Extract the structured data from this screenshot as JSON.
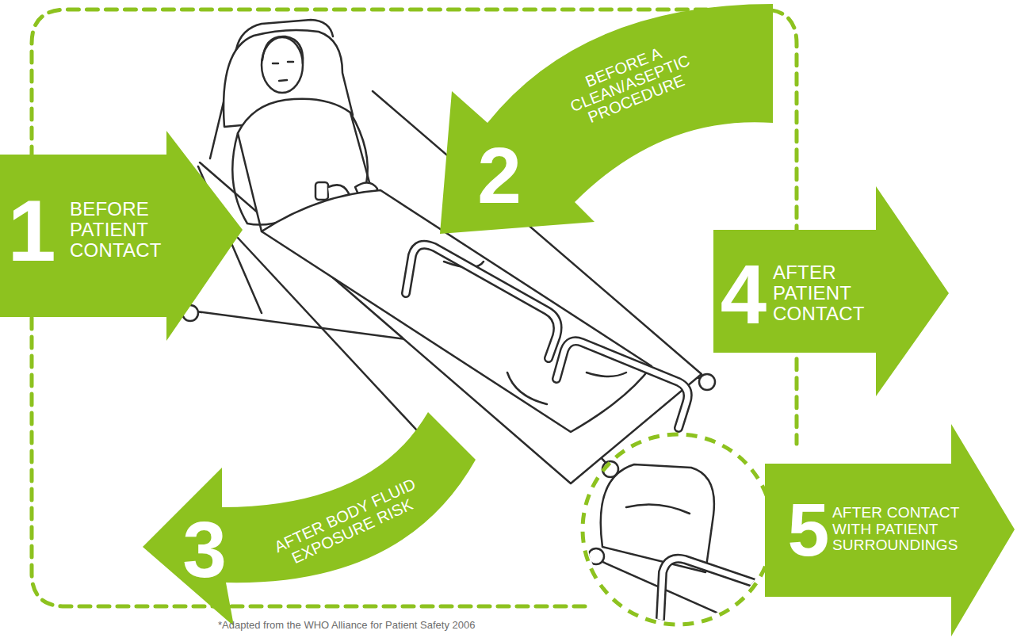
{
  "diagram": {
    "nodes": [
      {
        "text": [
          "1",
          "BEFORE PATIENT CONTACT"
        ]
      },
      {
        "text": [
          "2",
          "BEFORE A CLEAN/ASEPTIC PROCEDURE"
        ]
      },
      {
        "text": [
          "3",
          "AFTER BODY FLUID EXPOSURE RISK"
        ]
      },
      {
        "text": [
          "4",
          "AFTER PATIENT CONTACT"
        ]
      },
      {
        "text": [
          "5",
          "AFTER CONTACT WITH PATIENT SURROUNDINGS"
        ]
      }
    ],
    "labels": [
      "*Adapted from the WHO Alliance for Patient Safety 2006"
    ]
  }
}
